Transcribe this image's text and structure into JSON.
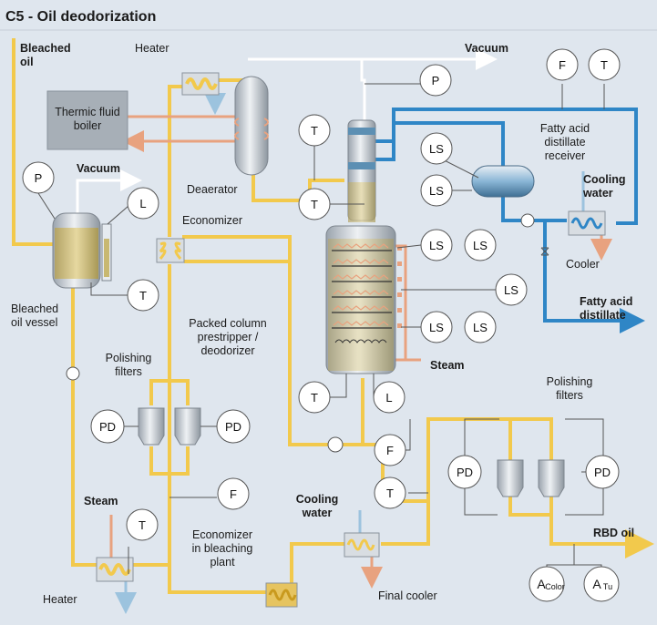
{
  "title": "C5 - Oil deodorization",
  "labels": {
    "bleached_oil": "Bleached\noil",
    "heater_top": "Heater",
    "thermic_fluid_boiler": "Thermic fluid\nboiler",
    "vacuum_top": "Vacuum",
    "vacuum_left": "Vacuum",
    "deaerator": "Deaerator",
    "economizer": "Economizer",
    "bleached_oil_vessel": "Bleached\noil vessel",
    "packed_column": "Packed column\nprestripper /\ndeodorizer",
    "polishing_filters_left": "Polishing\nfilters",
    "polishing_filters_right": "Polishing\nfilters",
    "fatty_acid_receiver": "Fatty acid\ndistillate\nreceiver",
    "cooling_water_top": "Cooling\nwater",
    "cooler": "Cooler",
    "fatty_acid_distillate": "Fatty acid\ndistillate",
    "steam_right": "Steam",
    "steam_left": "Steam",
    "heater_bottom": "Heater",
    "economizer_bleaching": "Economizer\nin bleaching\nplant",
    "cooling_water_bottom": "Cooling\nwater",
    "final_cooler": "Final cooler",
    "rbd_oil": "RBD oil"
  },
  "instruments": {
    "p_left": "P",
    "l_vessel": "L",
    "t_vessel": "T",
    "pd_left_1": "PD",
    "pd_left_2": "PD",
    "t_steam": "T",
    "f_left": "F",
    "p_top": "P",
    "t_deaerator_1": "T",
    "t_deaerator_2": "T",
    "t_column_bottom": "T",
    "l_column_bottom": "L",
    "ls_1": "LS",
    "ls_2": "LS",
    "ls_3": "LS",
    "ls_4": "LS",
    "ls_5": "LS",
    "ls_6": "LS",
    "ls_7": "LS",
    "f_top": "F",
    "t_top": "T",
    "f_right": "F",
    "t_right": "T",
    "pd_right_1": "PD",
    "pd_right_2": "PD",
    "a_color": "A",
    "a_color_sub": "Color",
    "a_tu": "A",
    "a_tu_sub": "Tu"
  },
  "colors": {
    "background": "#dfe6ee",
    "oil_line": "#f2c94c",
    "hot_fluid": "#e8a27f",
    "cold_line": "#9cc3de",
    "distillate_line": "#2f86c6",
    "vacuum_line": "#ffffff"
  }
}
